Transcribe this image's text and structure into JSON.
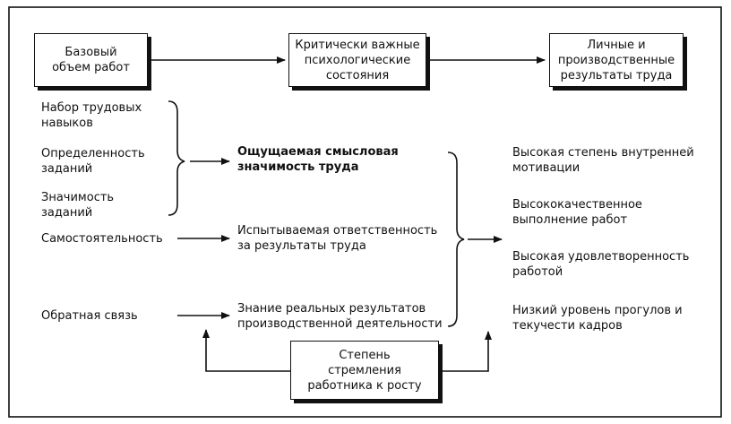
{
  "top": {
    "basic": "Базовый\nобъем работ",
    "critical": "Критически важные\nпсихологические\nсостояния",
    "results": "Личные и\nпроизводственные\nрезультаты труда"
  },
  "dimensions": {
    "skills": "Набор трудовых\nнавыков",
    "identity": "Определенность\nзаданий",
    "significance": "Значимость\nзаданий",
    "autonomy": "Самостоятельность",
    "feedback": "Обратная связь"
  },
  "states": {
    "meaning": "Ощущаемая смысловая\nзначимость труда",
    "responsibility": "Испытываемая ответственность\nза результаты труда",
    "knowledge": "Знание реальных результатов\nпроизводственной деятельности"
  },
  "outcomes": {
    "motivation": "Высокая степень внутренней\nмотивации",
    "quality": "Высококачественное\nвыполнение работ",
    "satisfaction": "Высокая удовлетворенность\nработой",
    "absenteeism": "Низкий уровень прогулов и\nтекучести кадров"
  },
  "moderator": "Степень\nстремления\nработника к росту"
}
